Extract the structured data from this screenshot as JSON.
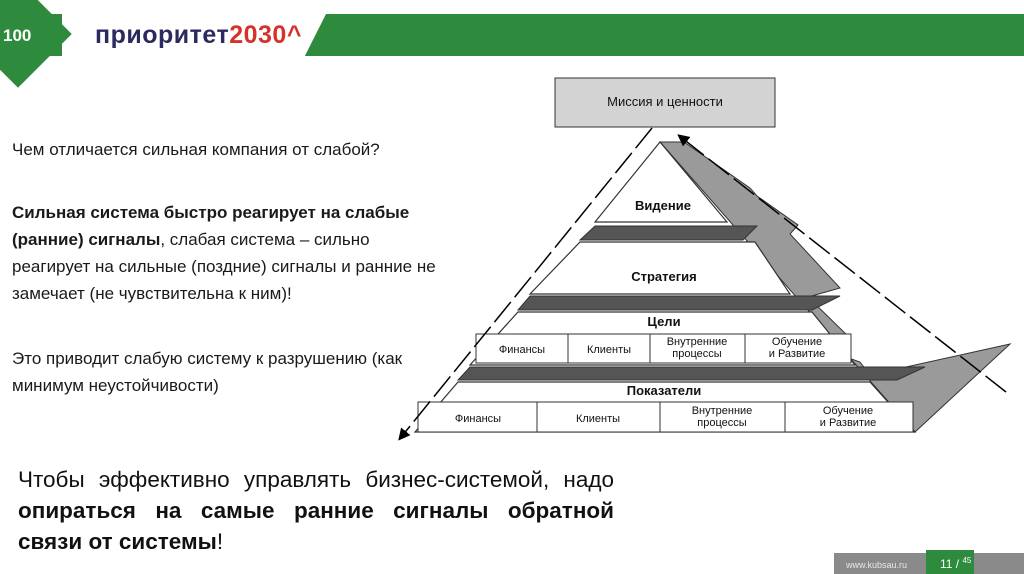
{
  "header": {
    "brand": "приоритет",
    "brand_num": "2030",
    "brand_mark": "^",
    "anniversary_logo": "100"
  },
  "question": "Чем отличается сильная компания от слабой?",
  "para1_bold": "Сильная система быстро реагирует на слабые (ранние) сигналы",
  "para1_rest": ", слабая система – сильно реагирует на сильные (поздние) сигналы и ранние не замечает (не чувствительна к ним)!",
  "para2": "Это приводит слабую систему к разрушению (как минимум неустойчивости)",
  "bottom": {
    "part1": "Чтобы эффективно управлять бизнес-системой, надо ",
    "bold": "опираться на самые ранние сигналы обратной связи от системы",
    "end": "!"
  },
  "pyramid": {
    "top": "Миссия и ценности",
    "level1": "Видение",
    "level2": "Стратегия",
    "level3": "Цели",
    "level3_cells": [
      "Финансы",
      "Клиенты",
      "Внутренние процессы",
      "Обучение и Развитие"
    ],
    "level4": "Показатели",
    "level4_cells": [
      "Финансы",
      "Клиенты",
      "Внутренние процессы",
      "Обучение и Развитие"
    ]
  },
  "footer": {
    "url": "www.kubsau.ru",
    "page": "11",
    "total": "45"
  }
}
